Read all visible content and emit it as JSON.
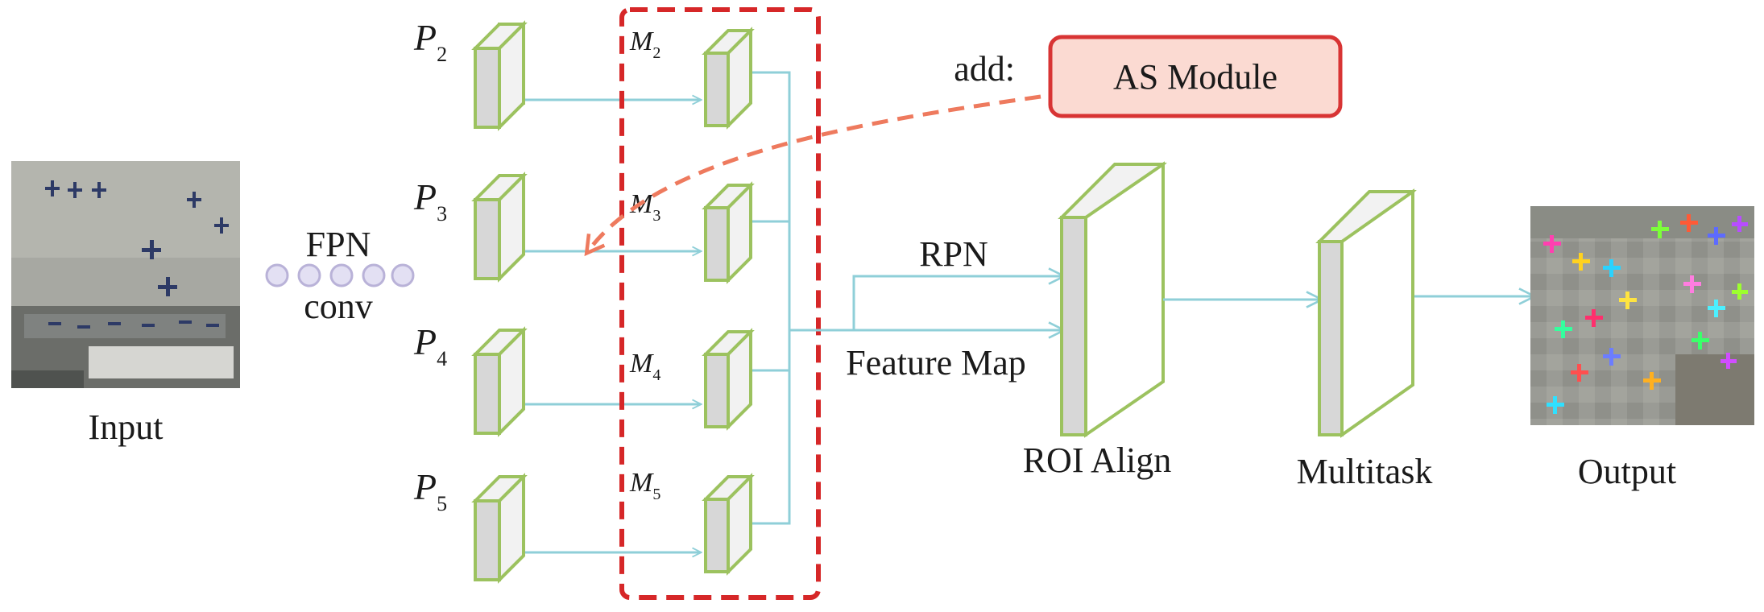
{
  "colors": {
    "box_stroke": "#9cc25f",
    "box_front": "#d7d7d7",
    "box_side": "#f2f2f2",
    "arrow": "#8fcfd8",
    "dashed_red": "#d62728",
    "curve_arrow": "#ee7a5e",
    "module_fill": "#fbdad2",
    "module_stroke": "#d83434",
    "dots_fill": "#e3e0f3",
    "dots_stroke": "#b9b2d8"
  },
  "labels": {
    "input": "Input",
    "fpn": "FPN",
    "conv": "conv",
    "rpn": "RPN",
    "feature_map": "Feature Map",
    "roi_align": "ROI Align",
    "multitask": "Multitask",
    "output": "Output",
    "add": "add:",
    "as_module": "AS Module"
  },
  "pyramid": [
    {
      "name": "P",
      "sub": "2"
    },
    {
      "name": "P",
      "sub": "3"
    },
    {
      "name": "P",
      "sub": "4"
    },
    {
      "name": "P",
      "sub": "5"
    }
  ],
  "merged": [
    {
      "name": "M",
      "sub": "2"
    },
    {
      "name": "M",
      "sub": "3"
    },
    {
      "name": "M",
      "sub": "4"
    },
    {
      "name": "M",
      "sub": "5"
    }
  ]
}
